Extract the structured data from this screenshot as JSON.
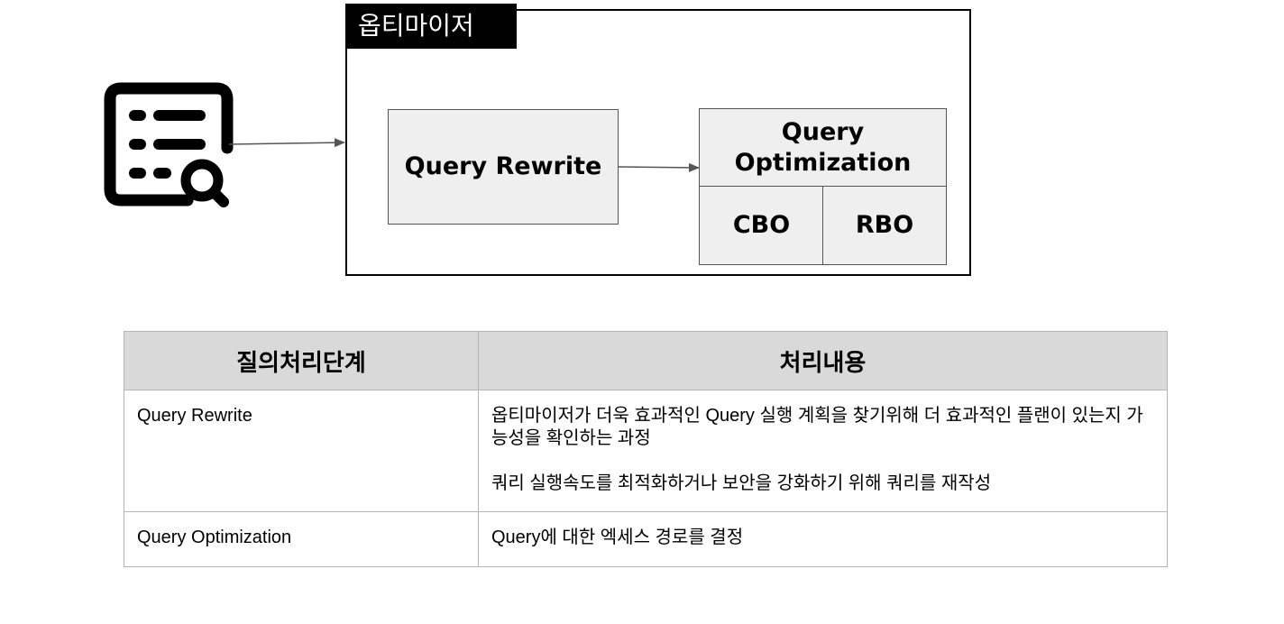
{
  "optimizer": {
    "label": "옵티마이저",
    "query_rewrite": "Query Rewrite",
    "query_optimization": "Query\nOptimization",
    "cbo": "CBO",
    "rbo": "RBO"
  },
  "icon": "document-search-icon",
  "table": {
    "headers": [
      "질의처리단계",
      "처리내용"
    ],
    "rows": [
      {
        "stage": "Query Rewrite",
        "desc": [
          "옵티마이저가 더욱 효과적인 Query 실행 계획을 찾기위해 더 효과적인 플랜이 있는지 가능성을 확인하는  과정",
          "쿼리 실행속도를 최적화하거나 보안을 강화하기 위해 쿼리를 재작성"
        ]
      },
      {
        "stage": "Query Optimization",
        "desc": [
          "Query에 대한 엑세스 경로를 결정"
        ]
      }
    ]
  },
  "colors": {
    "box_fill": "#efefef",
    "header_fill": "#d9d9d9",
    "label_bg": "#000000"
  }
}
